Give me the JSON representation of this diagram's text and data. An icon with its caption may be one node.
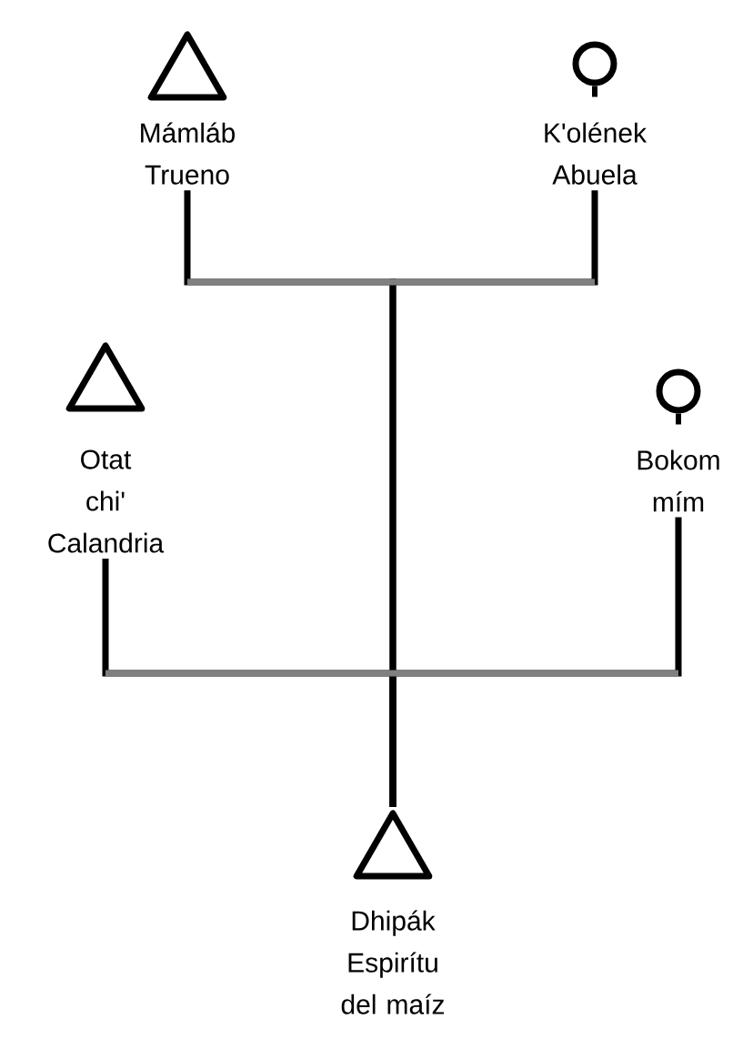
{
  "diagram": {
    "nodes": [
      {
        "text": [],
        "shape": "triangle",
        "beside": [
          "Mámláb Trueno"
        ]
      },
      {
        "text": [],
        "shape": "circle",
        "beside": [
          "K'olének Abuela"
        ]
      },
      {
        "text": [],
        "shape": "triangle",
        "beside": [
          "Otat chi' Calandria"
        ]
      },
      {
        "text": [],
        "shape": "circle",
        "beside": [
          "Bokom mím"
        ]
      },
      {
        "text": [],
        "shape": "triangle",
        "beside": [
          "Dhipák Espirítu del maíz"
        ]
      }
    ],
    "edges": [
      {
        "from": 0,
        "to": 4,
        "arrow": "none"
      },
      {
        "from": 1,
        "to": 4,
        "arrow": "none"
      },
      {
        "from": 2,
        "to": 4,
        "arrow": "none"
      },
      {
        "from": 3,
        "to": 4,
        "arrow": "none"
      }
    ]
  }
}
